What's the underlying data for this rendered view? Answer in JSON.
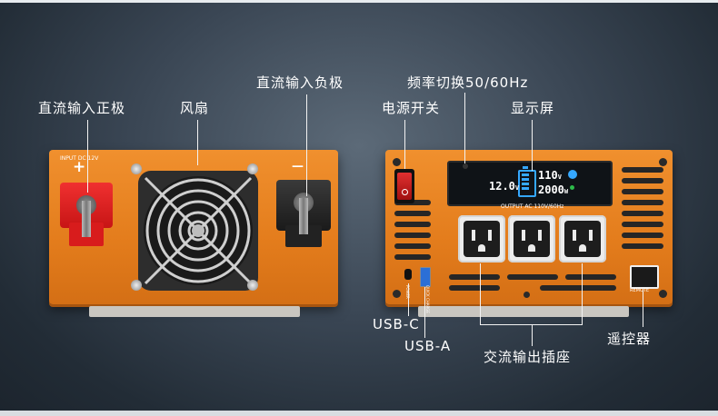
{
  "labels": {
    "dc_positive": "直流输入正极",
    "fan": "风扇",
    "dc_negative": "直流输入负极",
    "frequency_switch": "频率切换50/60Hz",
    "power_switch": "电源开关",
    "display": "显示屏",
    "usb_c": "USB-C",
    "usb_a": "USB-A",
    "ac_outlets": "交流输出插座",
    "remote": "遥控器"
  },
  "left_panel": {
    "input_text": "INPUT DC 12V",
    "plus_sign": "+",
    "minus_sign": "—"
  },
  "right_panel": {
    "output_text": "OUTPUT AC 110V/60Hz",
    "usbc_port_text": "POWER",
    "usba_port_text": "QUICK CHARGE",
    "remote_port_text": "REMOTE"
  },
  "lcd": {
    "input_voltage": "12.0",
    "input_unit": "V",
    "output_voltage": "110",
    "output_unit": "V",
    "power": "2000",
    "power_unit": "W",
    "battery_level": 1.0
  },
  "colors": {
    "panel_orange": "#e8832a",
    "positive_terminal": "#e42323",
    "negative_terminal": "#2a2a2a",
    "lcd_background": "#101418",
    "lcd_accent": "#35a8ff"
  }
}
